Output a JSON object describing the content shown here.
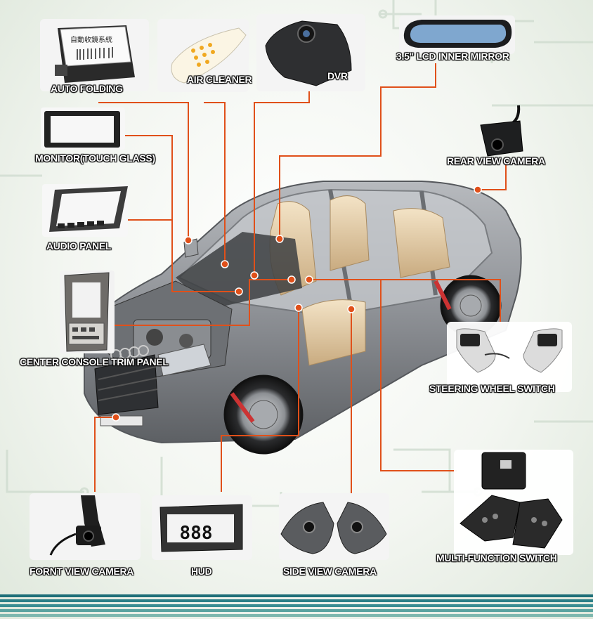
{
  "labels": {
    "auto_folding": "AUTO FOLDING",
    "air_cleaner": "AIR CLEANER",
    "dvr": "DVR",
    "lcd_mirror": "3.5\" LCD INNER MIRROR",
    "monitor": "MONITOR(TOUCH GLASS)",
    "rear_camera": "REAR VIEW CAMERA",
    "audio_panel": "AUDIO PANEL",
    "center_console": "CENTER CONSOLE TRIM PANEL",
    "steering_switch": "STEERING WHEEL SWITCH",
    "front_camera": "FORNT VIEW CAMERA",
    "hud": "HUD",
    "side_camera": "SIDE VIEW CAMERA",
    "multi_switch": "MULTI-FUNCTION SWITCH"
  },
  "product_text": {
    "auto_folding_box": "自動收鏡系統",
    "hud_digits": "888"
  },
  "colors": {
    "connector": "#e0501a",
    "car_body": "#8e9196",
    "stripe": "#1e6f78"
  }
}
